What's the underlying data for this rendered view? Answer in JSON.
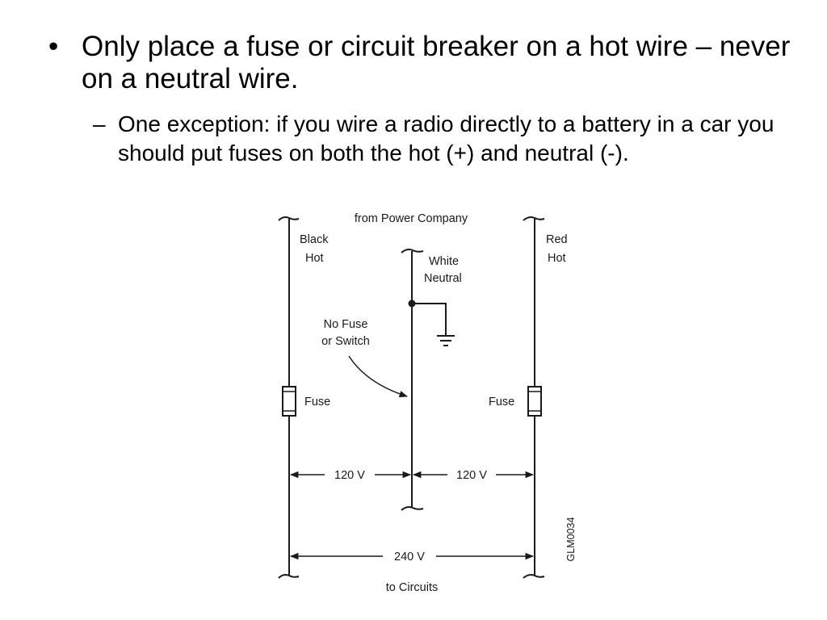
{
  "slide": {
    "bullet_marker": "•",
    "bullet_text": "Only place a fuse or circuit breaker on a hot wire – never on a neutral wire.",
    "sub_marker": "–",
    "sub_text": "One exception: if you wire a radio directly to a battery in a car you should put fuses on both the hot (+) and neutral (-)."
  },
  "diagram": {
    "top_label": "from Power Company",
    "black_line1": "Black",
    "black_line2": "Hot",
    "white_line1": "White",
    "white_line2": "Neutral",
    "red_line1": "Red",
    "red_line2": "Hot",
    "nofuse_line1": "No Fuse",
    "nofuse_line2": "or Switch",
    "fuse_left": "Fuse",
    "fuse_right": "Fuse",
    "v_left": "120 V",
    "v_right": "120 V",
    "v_total": "240 V",
    "bottom_label": "to Circuits",
    "figure_id": "GLM0034"
  }
}
